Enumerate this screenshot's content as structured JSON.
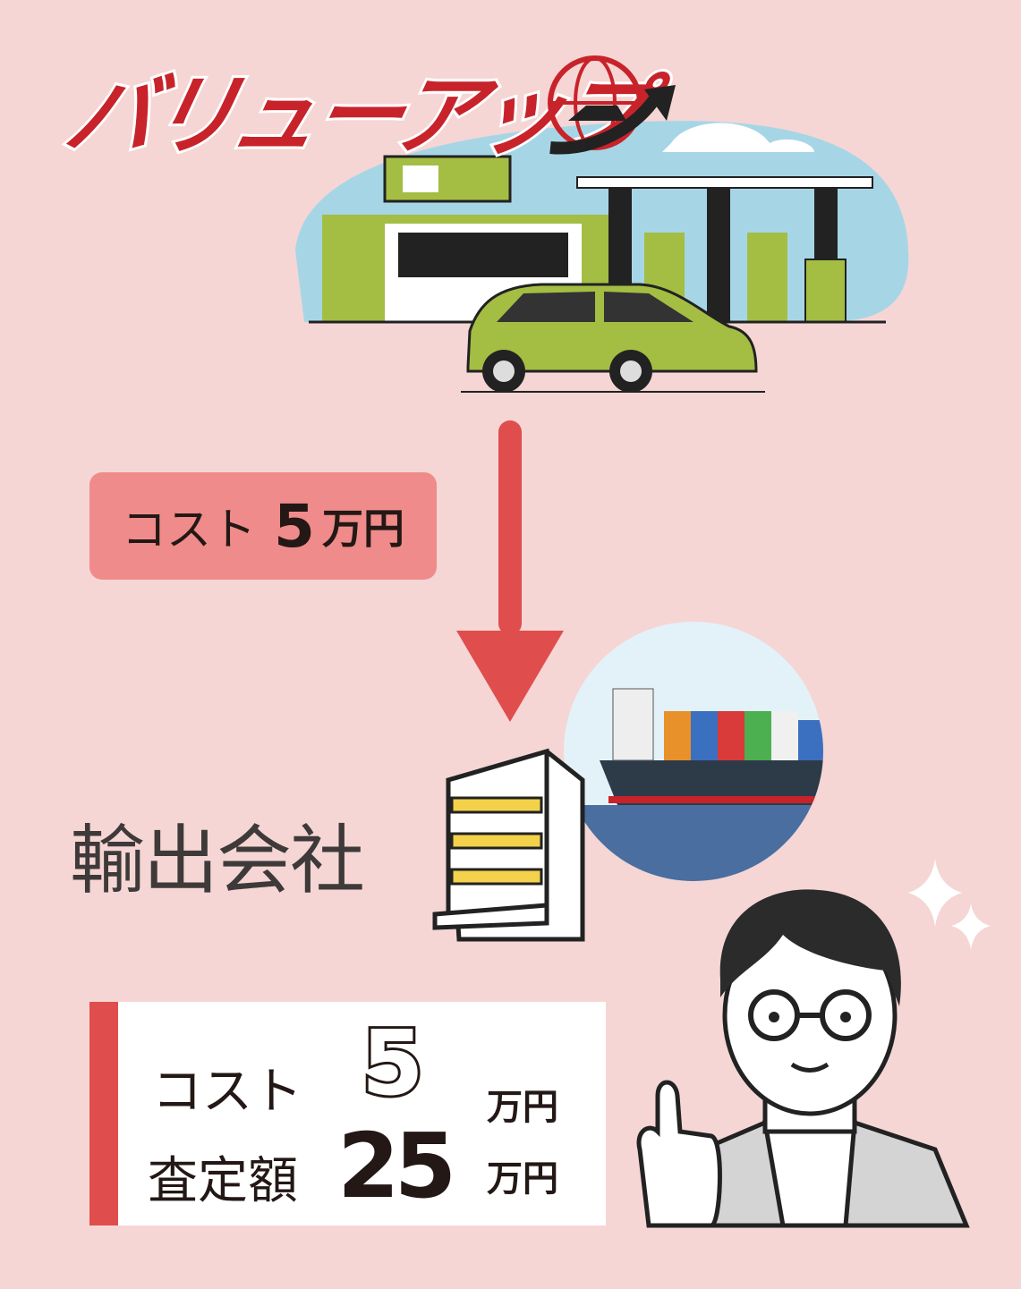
{
  "logo": {
    "text": "バリューアップ"
  },
  "cost_badge": {
    "label": "コスト",
    "amount": "5",
    "unit": "万円"
  },
  "company": {
    "label": "輸出会社"
  },
  "result": {
    "cost_label": "コスト",
    "cost_amount": "5",
    "cost_unit": "万円",
    "appraisal_label": "査定額",
    "appraisal_amount": "25",
    "appraisal_unit": "万円"
  },
  "colors": {
    "background": "#f5d6d5",
    "accent_red": "#e04d4d",
    "badge_pink": "#ef8b8a",
    "logo_red": "#c8232a"
  },
  "icons": [
    "globe-car-arrow-icon",
    "gas-station-illustration",
    "car-illustration",
    "down-arrow-icon",
    "building-icon",
    "container-ship-illustration",
    "man-thumbs-up-illustration",
    "sparkle-icon"
  ]
}
